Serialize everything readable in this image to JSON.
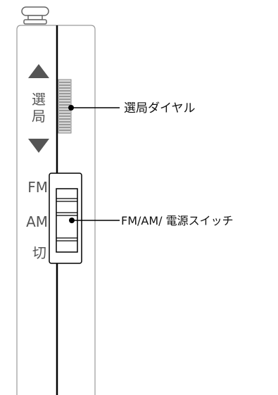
{
  "tuning": {
    "char_top": "選",
    "char_bottom": "局",
    "up_icon": "triangle-up-icon",
    "down_icon": "triangle-down-icon"
  },
  "switch": {
    "positions": [
      "FM",
      "AM",
      "切"
    ]
  },
  "callouts": {
    "tuning_dial": "選局ダイヤル",
    "power_switch": "FM/AM/ 電源スイッチ"
  },
  "colors": {
    "outline": "#000000",
    "body_edge": "#9a9a9a",
    "triangle": "#555555",
    "dial_stripe": "#8a8a8a"
  }
}
